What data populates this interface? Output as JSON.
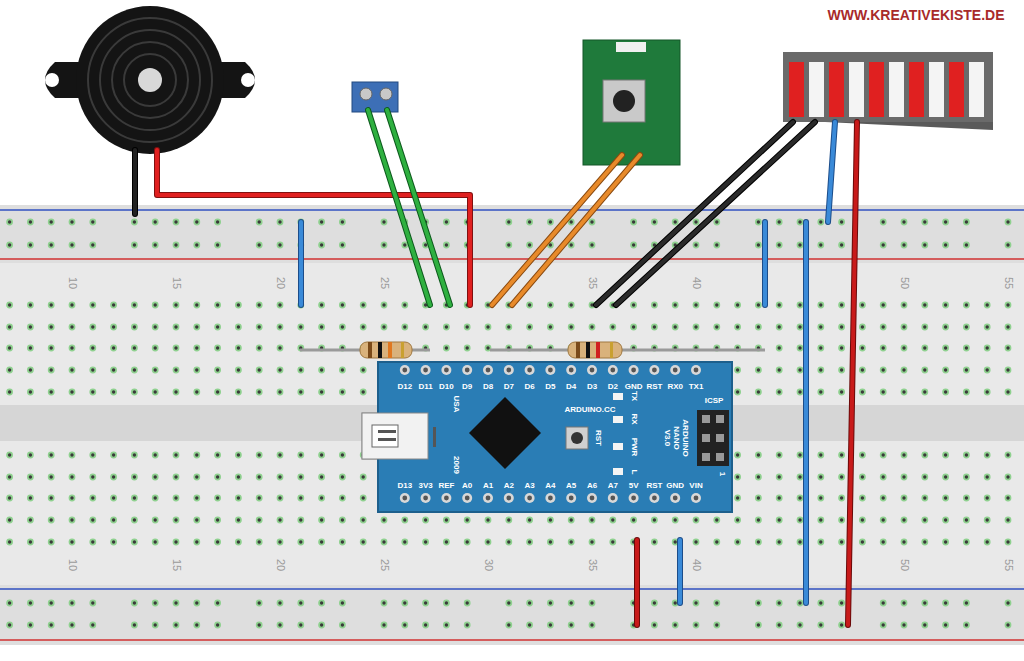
{
  "diagram": {
    "nodes": [
      {
        "text": [
          "D12",
          "D11",
          "D10",
          "D9",
          "D8",
          "D7",
          "D6",
          "D5",
          "D4",
          "D3",
          "D2",
          "GND",
          "RST",
          "RX0",
          "TX1",
          "D13",
          "3V3",
          "REF",
          "A0",
          "A1",
          "A2",
          "A3",
          "A4",
          "A5",
          "A6",
          "A7",
          "5V",
          "RST",
          "GND",
          "VIN",
          "USA",
          "2009",
          "ARDUINO.CC",
          "RST",
          "TX",
          "RX",
          "PWR",
          "L",
          "ARDUINO NANO V3.0",
          "ICSP",
          "1"
        ]
      }
    ],
    "labels": [
      "WWW.KREATIVEKISTE.DE",
      "10",
      "15",
      "20",
      "25",
      "35",
      "40",
      "50",
      "55",
      "10",
      "15",
      "20",
      "25",
      "30",
      "35",
      "40",
      "50",
      "55"
    ]
  }
}
